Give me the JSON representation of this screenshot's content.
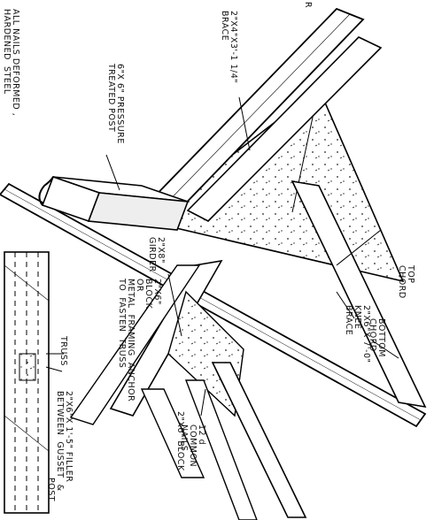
{
  "labels": {
    "corner": "R",
    "nails": "ALL NAILS DEFORMED ,\nHARDENED  STEEL",
    "post": "6\"X 6\" PRESSURE\nTREATED POST",
    "brace": "2\"X4\"X3'-1 1/4\"\nBRACE",
    "girder": "2\"X8\"\nGIRDER",
    "block_anchor": "2\"X6\"\nBLOCK\nOR\nMETAL  FRAMING  ANCHOR\nTO  FASTEN  TRUSS",
    "block": "2\"X6\" BLOCK",
    "top_chord": "TOP\nCHORD",
    "knee_brace": "2\"X6\"X 7'-0\"\nKNEE\nBRACE",
    "bottom_chord": "BOTTOM\nCHORD",
    "common_nails": "12 d\nCOMMON\nNAILS",
    "truss": "TRUSS",
    "filler": "2\"X6\"X 1'-5\" FILLER\nBETWEEN  GUSSET  &",
    "post_lower": "POST"
  }
}
